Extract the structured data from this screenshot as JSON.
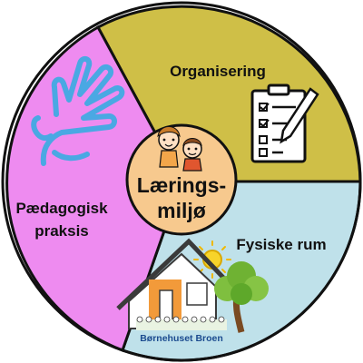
{
  "diagram": {
    "center": {
      "line1": "Lærings-",
      "line2": "miljø"
    },
    "segments": [
      {
        "id": "organisering",
        "label_lines": [
          "Organisering"
        ],
        "color": "#cfbf47",
        "icon": "clipboard-checklist-icon"
      },
      {
        "id": "fysiske-rum",
        "label_lines": [
          "Fysiske rum"
        ],
        "color": "#bfe1ea",
        "icon": "house-sun-tree-icon"
      },
      {
        "id": "paedagogisk-praksis",
        "label_lines": [
          "Pædagogisk",
          "praksis"
        ],
        "color": "#ee8bf0",
        "icon": "hands-icon"
      }
    ],
    "logo_text": "Børnehuset Broen",
    "colors": {
      "outline": "#111111",
      "center_fill": "#f7c98e",
      "hands": "#4aa8e3",
      "house_wall": "#f29a3a",
      "sun": "#f7d42a"
    }
  }
}
